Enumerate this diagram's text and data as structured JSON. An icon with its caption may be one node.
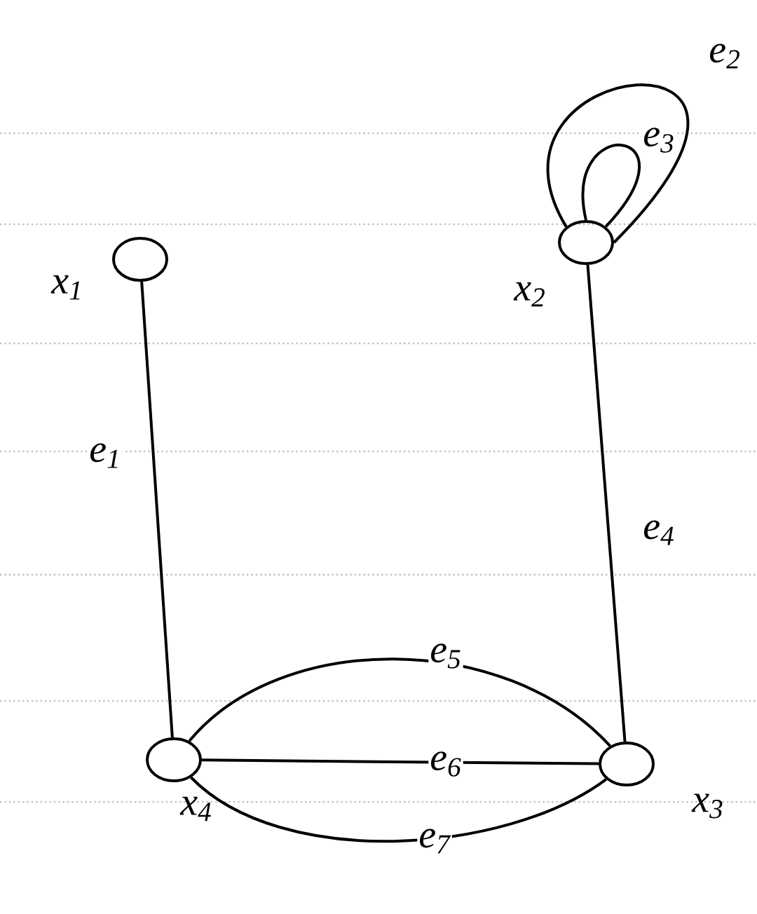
{
  "diagram": {
    "nodes": [
      {
        "text": [],
        "shape": "circle",
        "beside": [
          "x$_{1}$"
        ]
      },
      {
        "text": [],
        "shape": "circle",
        "beside": [
          "x$_{2}$"
        ]
      },
      {
        "text": [],
        "shape": "circle",
        "beside": [
          "x$_{3}$"
        ]
      },
      {
        "text": [],
        "shape": "circle",
        "beside": [
          "x$_{4}$"
        ]
      }
    ],
    "edges": [
      {
        "from": 0,
        "to": 3,
        "arrow": "none",
        "label": "e$_{1}$"
      },
      {
        "from": 1,
        "to": 1,
        "arrow": "none",
        "label": "e$_{2}$"
      },
      {
        "from": 1,
        "to": 1,
        "arrow": "none",
        "label": "e$_{3}$"
      },
      {
        "from": 1,
        "to": 2,
        "arrow": "none",
        "label": "e$_{4}$"
      },
      {
        "from": 3,
        "to": 2,
        "arrow": "none",
        "label": "e$_{5}$"
      },
      {
        "from": 3,
        "to": 2,
        "arrow": "none",
        "label": "e$_{6}$"
      },
      {
        "from": 3,
        "to": 2,
        "arrow": "none",
        "label": "e$_{7}$"
      }
    ]
  }
}
